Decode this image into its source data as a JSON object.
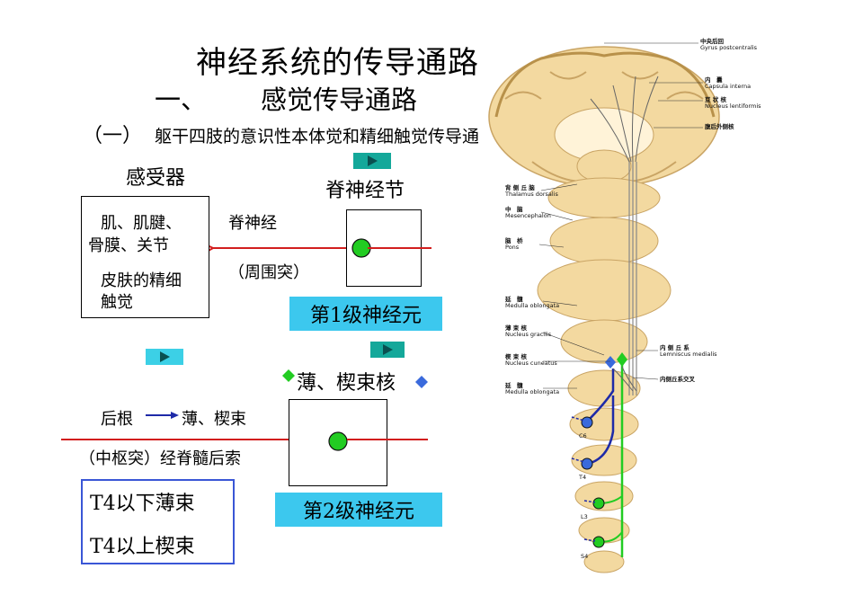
{
  "title": "神经系统的传导通路",
  "subtitle": {
    "num": "一、",
    "text": "感觉传导通路"
  },
  "section": {
    "num": "（一）",
    "text": "躯干四肢的意识性本体觉和精细触觉传导通路"
  },
  "diagram": {
    "receptor_label": "感受器",
    "receptor_box_line1": "肌、肌腱、",
    "receptor_box_line2": "骨膜、关节",
    "receptor_box_line3": "皮肤的精细",
    "receptor_box_line4": "触觉",
    "spinal_nerve_label": "脊神经",
    "peripheral_process_label": "（周围突）",
    "ganglion_label": "脊神经节",
    "neuron1_label": "第1级神经元",
    "nucleus_label": "薄、楔束核",
    "posterior_root_label": "后根",
    "fasciculus_label": "薄、楔束",
    "central_process_label": "（中枢突）经脊髓后索",
    "t4_below": "T4以下薄束",
    "t4_above": "T4以上楔束",
    "neuron2_label": "第2级神经元"
  },
  "anatomy_labels": {
    "gyrus": {
      "cn": "中央后回",
      "en": "Gyrus postcentralis"
    },
    "capsula": {
      "cn": "内　囊",
      "en": "Capsula interna"
    },
    "lentiform": {
      "cn": "豆 状 核",
      "en": "Nucleus lentiformis"
    },
    "vpl": {
      "cn": "腹后外侧核",
      "en": ""
    },
    "thalamus": {
      "cn": "背 侧 丘 脑",
      "en": "Thalamus dorsalis"
    },
    "mesencephalon": {
      "cn": "中　脑",
      "en": "Mesencephalon"
    },
    "pons": {
      "cn": "脑　桥",
      "en": "Pons"
    },
    "medulla1": {
      "cn": "延　髓",
      "en": "Medulla oblongata"
    },
    "gracilis": {
      "cn": "薄 束 核",
      "en": "Nucleus gracilis"
    },
    "cuneatus": {
      "cn": "楔 束 核",
      "en": "Nucleus cuneatus"
    },
    "medulla2": {
      "cn": "延　髓",
      "en": "Medulla oblongata"
    },
    "lemniscus": {
      "cn": "内 侧 丘 系",
      "en": "Lemniscus medialis"
    },
    "decussation": {
      "cn": "内侧丘系交叉",
      "en": ""
    },
    "c6": "C6",
    "t4": "T4",
    "l3": "L3",
    "s4": "S4"
  },
  "colors": {
    "cyan": "#3cc8ee",
    "red": "#d21e1e",
    "green": "#22cc22",
    "blue": "#1e2aa8",
    "anatomy_bg": "#f3d9a0"
  }
}
